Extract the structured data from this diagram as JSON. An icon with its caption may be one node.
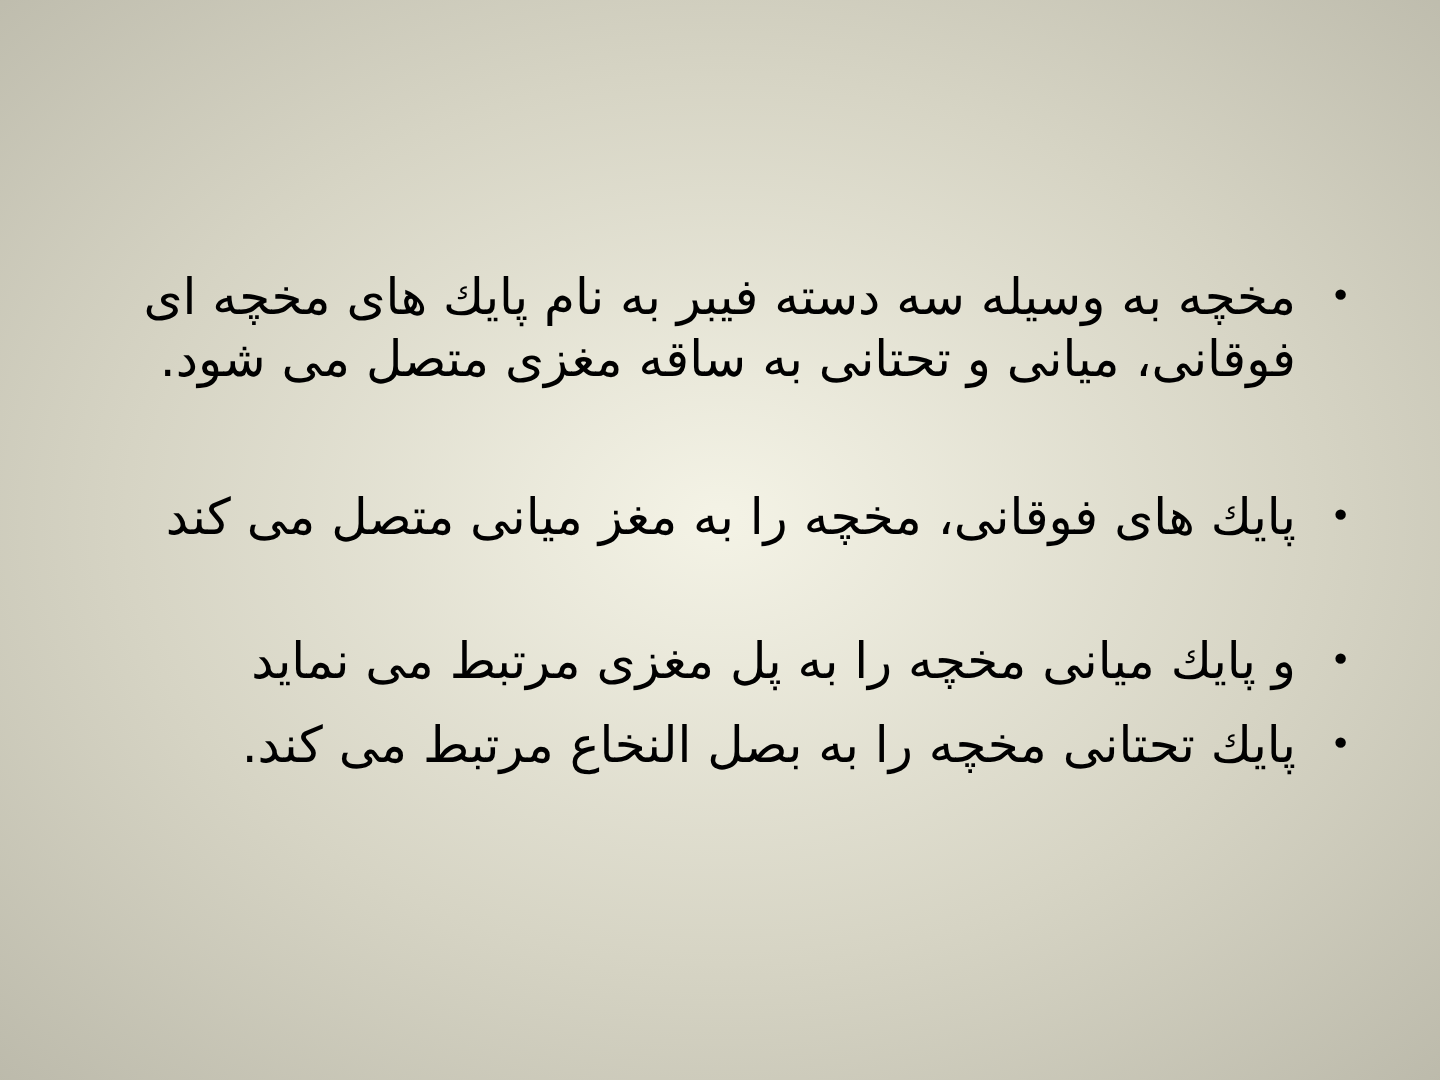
{
  "diagram": {
    "labels": [
      "•",
      "مخچه به وسیله سه دسته فیبر به نام پایك های مخچه ای فوقانی، میانی و تحتانی به ساقه مغزی متصل می شود.",
      "•",
      "پایك های فوقانی، مخچه را به مغز میانی متصل می كند",
      "•",
      "و پایك میانی مخچه را به پل مغزی مرتبط می نماید",
      "•",
      "پایك تحتانی مخچه را به بصل النخاع مرتبط می كند."
    ]
  }
}
